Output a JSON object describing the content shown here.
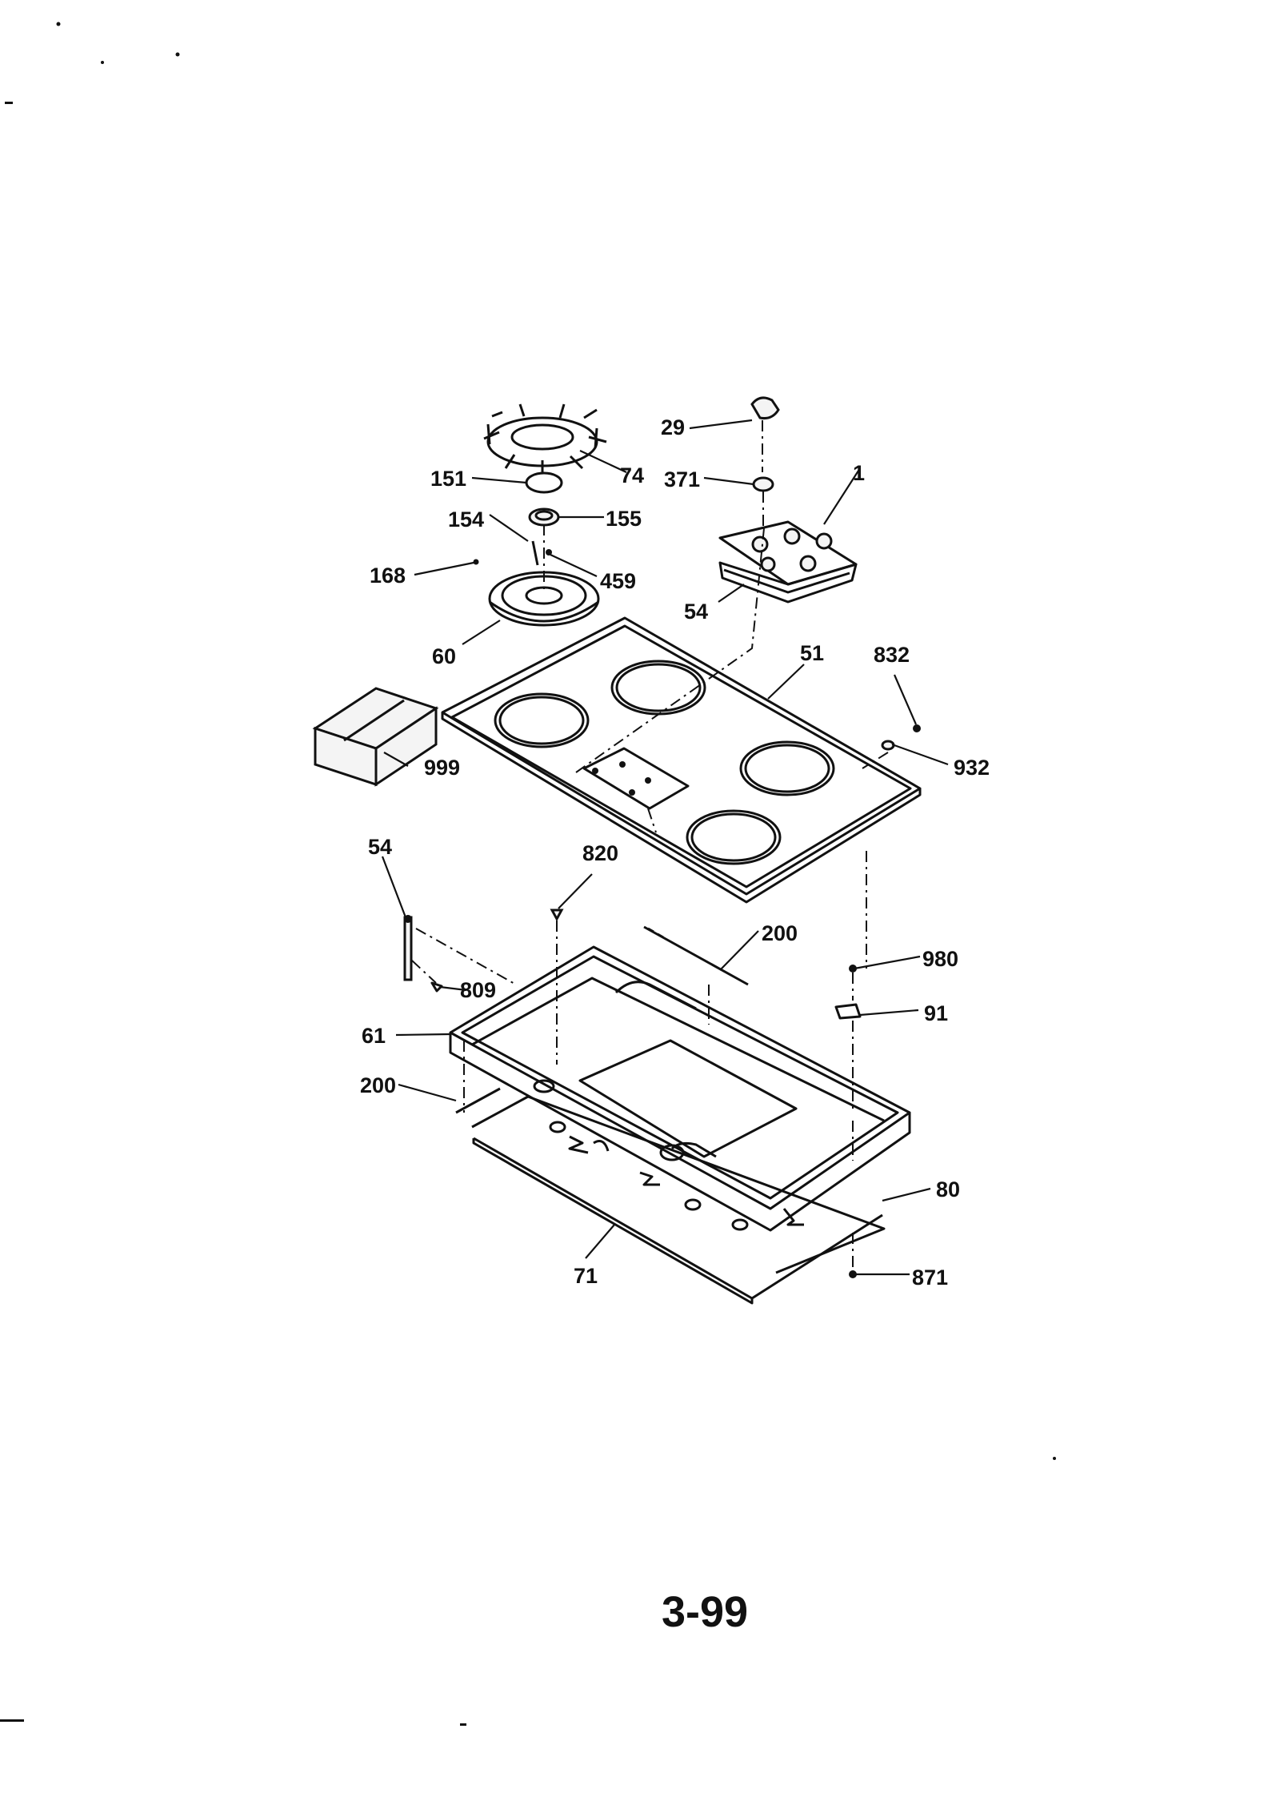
{
  "diagram": {
    "part_labels": [
      {
        "key": "p29",
        "text": "29"
      },
      {
        "key": "p74",
        "text": "74"
      },
      {
        "key": "p371",
        "text": "371"
      },
      {
        "key": "p1",
        "text": "1"
      },
      {
        "key": "p151",
        "text": "151"
      },
      {
        "key": "p154",
        "text": "154"
      },
      {
        "key": "p155",
        "text": "155"
      },
      {
        "key": "p168",
        "text": "168"
      },
      {
        "key": "p459",
        "text": "459"
      },
      {
        "key": "p54a",
        "text": "54"
      },
      {
        "key": "p60",
        "text": "60"
      },
      {
        "key": "p51",
        "text": "51"
      },
      {
        "key": "p832",
        "text": "832"
      },
      {
        "key": "p932",
        "text": "932"
      },
      {
        "key": "p999",
        "text": "999"
      },
      {
        "key": "p54b",
        "text": "54"
      },
      {
        "key": "p820",
        "text": "820"
      },
      {
        "key": "p200a",
        "text": "200"
      },
      {
        "key": "p980",
        "text": "980"
      },
      {
        "key": "p809",
        "text": "809"
      },
      {
        "key": "p91",
        "text": "91"
      },
      {
        "key": "p61",
        "text": "61"
      },
      {
        "key": "p200b",
        "text": "200"
      },
      {
        "key": "p80",
        "text": "80"
      },
      {
        "key": "p71",
        "text": "71"
      },
      {
        "key": "p871",
        "text": "871"
      }
    ],
    "page_number": "3-99"
  }
}
